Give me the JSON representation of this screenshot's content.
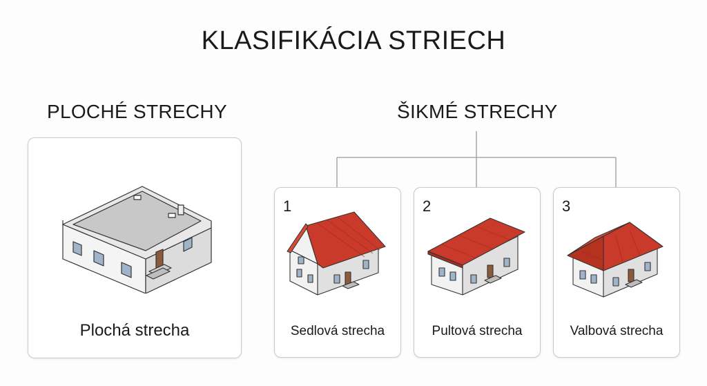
{
  "title": "KLASIFIKÁCIA STRIECH",
  "flat": {
    "heading": "PLOCHÉ STRECHY",
    "card": {
      "caption": "Plochá strecha",
      "icon": "flat-roof-house-icon"
    }
  },
  "pitched": {
    "heading": "ŠIKMÉ STRECHY",
    "cards": [
      {
        "number": "1",
        "caption": "Sedlová strecha",
        "icon": "gable-roof-house-icon"
      },
      {
        "number": "2",
        "caption": "Pultová strecha",
        "icon": "shed-roof-house-icon"
      },
      {
        "number": "3",
        "caption": "Valbová strecha",
        "icon": "hip-roof-house-icon"
      }
    ]
  },
  "colors": {
    "roof_red": "#c93a2a",
    "wall_white": "#ffffff",
    "door_brown": "#8a5a3a",
    "outline": "#333333"
  }
}
